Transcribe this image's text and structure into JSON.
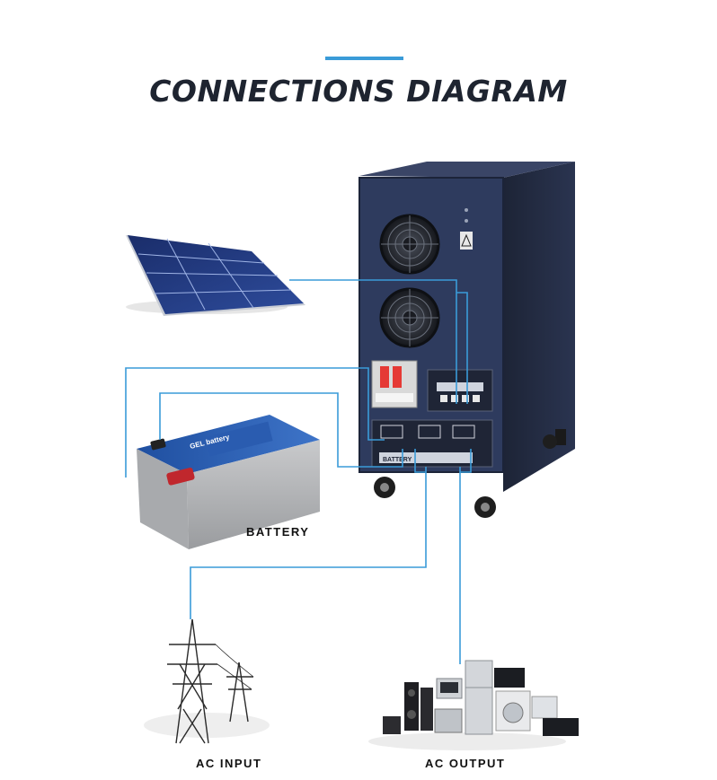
{
  "title": "CONNECTIONS DIAGRAM",
  "labels": {
    "battery": "BATTERY",
    "ac_input": "AC INPUT",
    "ac_output": "AC OUTPUT"
  },
  "battery_brand": "GEL battery",
  "terminal_block_label": "BATTERY",
  "colors": {
    "accent": "#3a9bd8",
    "wire": "#3a9bd8",
    "inverter_body": "#2d3a5c",
    "title": "#1e2430"
  }
}
